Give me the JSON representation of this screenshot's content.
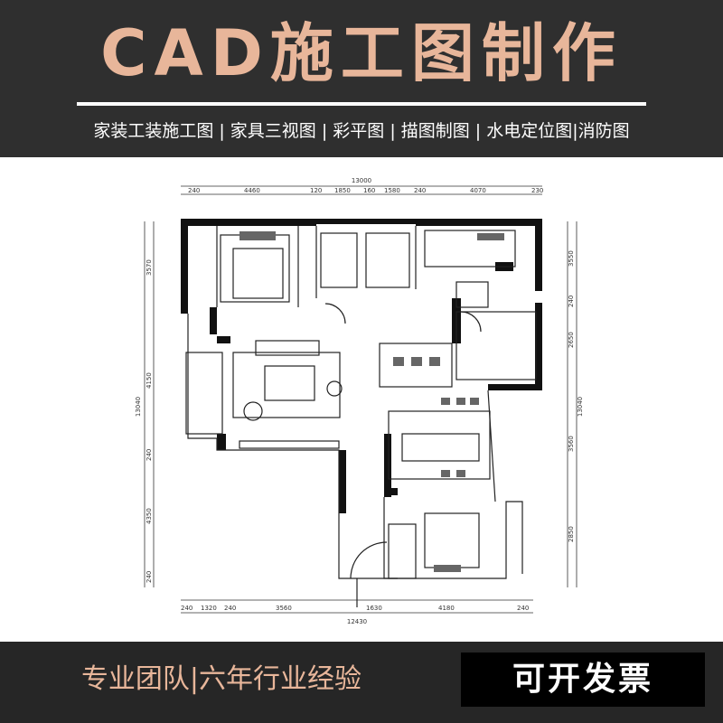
{
  "header": {
    "title": "CAD施工图制作",
    "services": "家装工装施工图 | 家具三视图 | 彩平图 | 描图制图 | 水电定位图|消防图"
  },
  "footer": {
    "team_slogan": "专业团队|六年行业经验",
    "invoice_label": "可开发票"
  },
  "floor_plan": {
    "overall_width_top": "13000",
    "overall_width_bottom": "12430",
    "overall_height_left": "13040",
    "overall_height_right": "13040",
    "top_dims": [
      "240",
      "4460",
      "120",
      "1850",
      "160",
      "1580",
      "240",
      "4070",
      "230"
    ],
    "bottom_dims": [
      "240",
      "1320",
      "240",
      "3560",
      "1630",
      "4180",
      "240"
    ],
    "left_dims": [
      "3570",
      "4150",
      "240",
      "4350",
      "240"
    ],
    "right_dims": [
      "3550",
      "240",
      "2650",
      "3560",
      "2850"
    ]
  },
  "colors": {
    "banner_bg": "#2f2f2f",
    "title_color": "#e8b69a",
    "footer_bg": "#262626",
    "invoice_bg": "#000000"
  }
}
